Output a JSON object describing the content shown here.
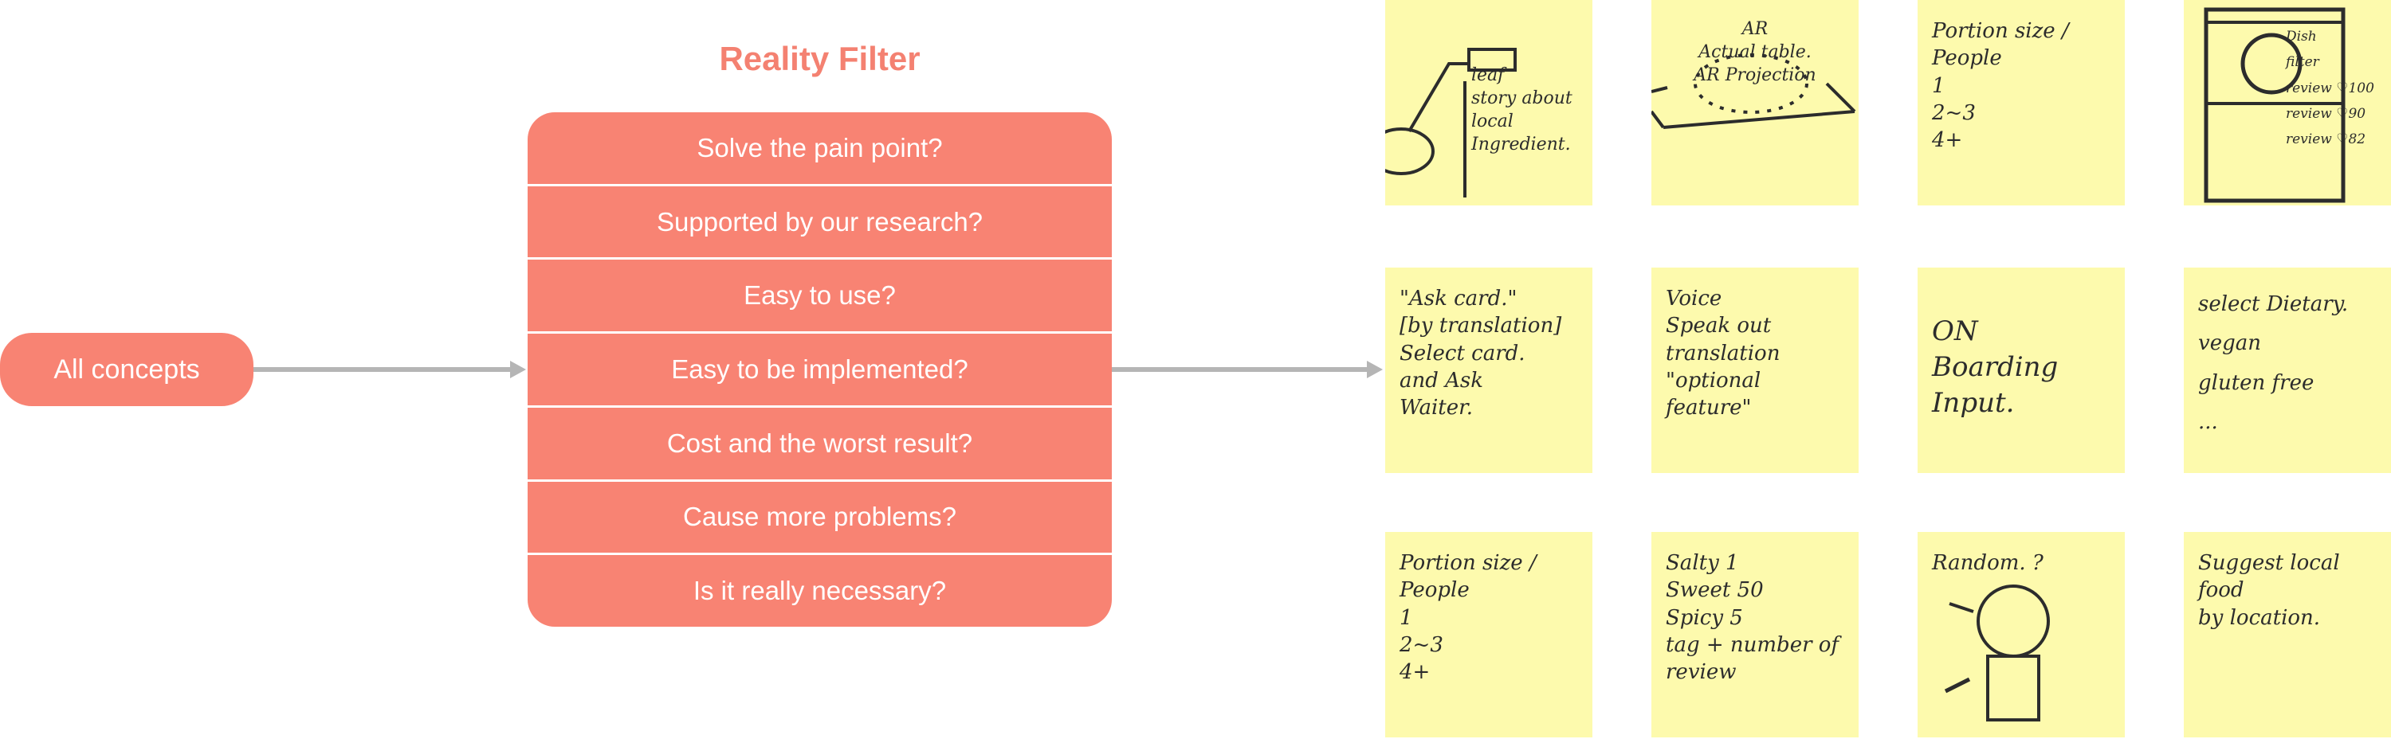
{
  "source": {
    "label": "All concepts"
  },
  "filter": {
    "title": "Reality Filter",
    "criteria": [
      "Solve the pain point?",
      "Supported by our research?",
      "Easy to use?",
      "Easy to be implemented?",
      "Cost and the worst result?",
      "Cause more problems?",
      "Is it really necessary?"
    ]
  },
  "colors": {
    "accent": "#f88373",
    "title": "#f48171",
    "arrow": "#b5b5b5",
    "sticky_note": "#fdfaad",
    "ink": "#2c2c2c"
  },
  "sticky_notes": [
    {
      "id": "ingredient-story",
      "text": "leaf\nstory about\nlocal\nIngredient."
    },
    {
      "id": "ar-projection",
      "text": "AR\nActual table.\nAR Projection"
    },
    {
      "id": "portion-size-1",
      "text": "Portion size / People\n1\n2~3\n4+"
    },
    {
      "id": "dish-review",
      "text": "Dish\nfilter\nreview ♡100\nreview ♡90\nreview ♡82"
    },
    {
      "id": "ask-card",
      "text": "\"Ask card.\"\n[by translation]\nSelect card.\nand Ask\nWaiter."
    },
    {
      "id": "voice-translation",
      "text": "Voice\nSpeak out\ntranslation\n\"optional feature\""
    },
    {
      "id": "onboarding-input",
      "text": "ON\nBoarding\nInput."
    },
    {
      "id": "select-dietary",
      "text": "select Dietary.\nvegan\ngluten free\n..."
    },
    {
      "id": "portion-size-2",
      "text": "Portion size / People\n1\n2~3\n4+"
    },
    {
      "id": "taste-tags",
      "text": "Salty 1\nSweet 50\nSpicy 5\ntag + number of\nreview"
    },
    {
      "id": "random-machine",
      "text": "Random.  ?"
    },
    {
      "id": "suggest-local-food",
      "text": "Suggest local food\nby location."
    }
  ]
}
